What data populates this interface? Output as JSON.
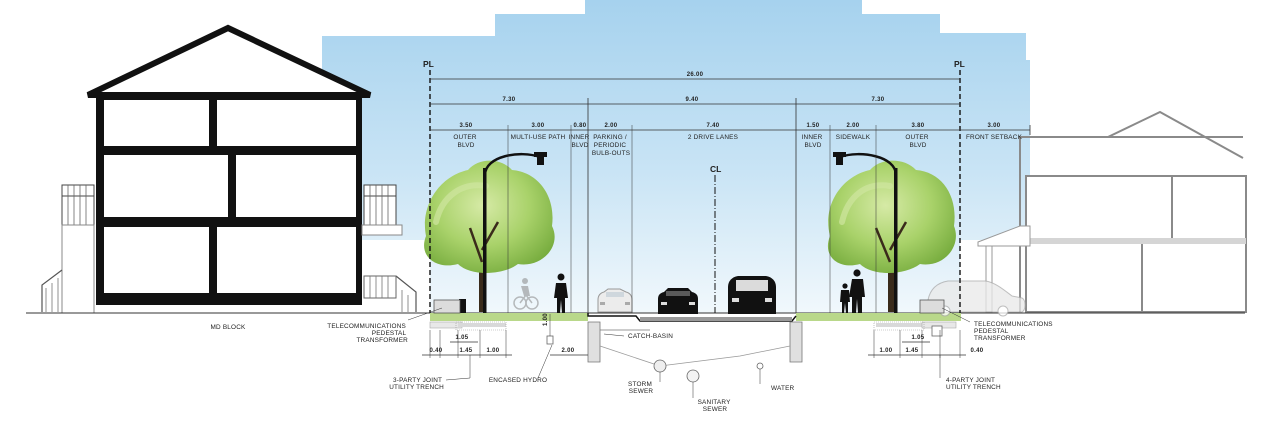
{
  "markers": {
    "pl_left": "PL",
    "pl_right": "PL",
    "cl": "CL"
  },
  "dimensions": {
    "total": "26.00",
    "left_group": "7.30",
    "middle_group": "9.40",
    "right_group": "7.30",
    "outer_blvd_left": "3.50",
    "multi_use_path": "3.00",
    "inner_blvd_left": "0.80",
    "parking": "2.00",
    "drive_lanes": "7.40",
    "inner_blvd_right": "1.50",
    "sidewalk": "2.00",
    "outer_blvd_right": "3.80",
    "front_setback": "3.00",
    "ul_040": "0.40",
    "ul_105": "1.05",
    "ul_145": "1.45",
    "ul_100": "1.00",
    "hydro_100": "1.00",
    "basin_200": "2.00",
    "ur_100": "1.00",
    "ur_105": "1.05",
    "ur_145": "1.45",
    "ur_040": "0.40"
  },
  "zones": {
    "outer_blvd_left": [
      "OUTER",
      "BLVD"
    ],
    "multi_use_path": [
      "MULTI-USE PATH"
    ],
    "inner_blvd_left": [
      "INNER",
      "BLVD"
    ],
    "parking": [
      "PARKING /",
      "PERIODIC",
      "BULB-OUTS"
    ],
    "drive_lanes": [
      "2 DRIVE LANES"
    ],
    "inner_blvd_right": [
      "INNER",
      "BLVD"
    ],
    "sidewalk": [
      "SIDEWALK"
    ],
    "outer_blvd_right": [
      "OUTER",
      "BLVD"
    ],
    "front_setback": [
      "FRONT SETBACK"
    ]
  },
  "callouts": {
    "md_block": "MD BLOCK",
    "telecom_left": [
      "TELECOMMUNICATIONS",
      "PEDESTAL",
      "TRANSFORMER"
    ],
    "telecom_right": [
      "TELECOMMUNICATIONS",
      "PEDESTAL",
      "TRANSFORMER"
    ],
    "trench_left": [
      "3-PARTY JOINT",
      "UTILITY TRENCH"
    ],
    "trench_right": [
      "4-PARTY JOINT",
      "UTILITY TRENCH"
    ],
    "encased_hydro": "ENCASED HYDRO",
    "catch_basin": "CATCH-BASIN",
    "storm_sewer": [
      "STORM",
      "SEWER"
    ],
    "sanitary_sewer": [
      "SANITARY",
      "SEWER"
    ],
    "water": "WATER"
  },
  "colors": {
    "sky": "#a9d4ef",
    "tree_light": "#c3df8c",
    "tree_mid": "#9ccc5a",
    "tree_dark": "#6fa83a",
    "ground": "#b9d88a",
    "silhouette": "#111111",
    "building_gray": "#8a8a8a"
  }
}
